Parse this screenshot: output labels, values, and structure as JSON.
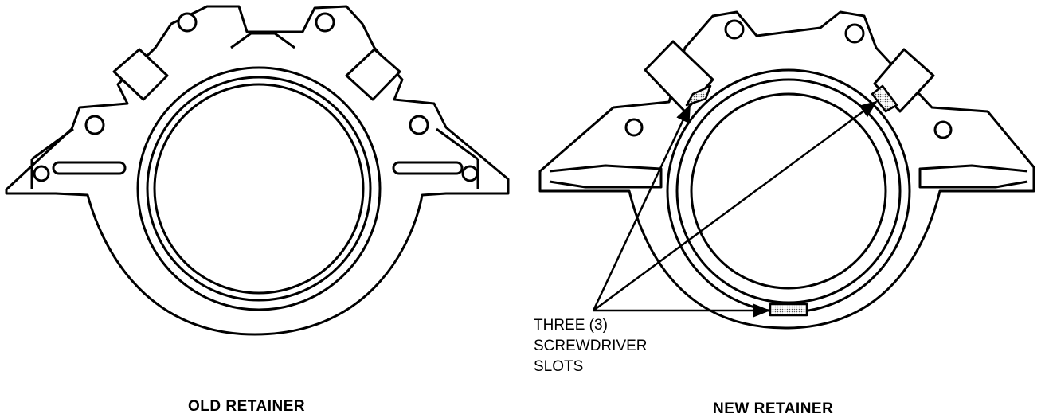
{
  "captions": {
    "old": "OLD RETAINER",
    "new": "NEW RETAINER"
  },
  "callout": {
    "line1": "THREE (3)",
    "line2": "SCREWDRIVER",
    "line3": "SLOTS"
  },
  "colors": {
    "ink": "#000000",
    "paper": "#ffffff",
    "slot_fill": "#c8c8c8"
  }
}
